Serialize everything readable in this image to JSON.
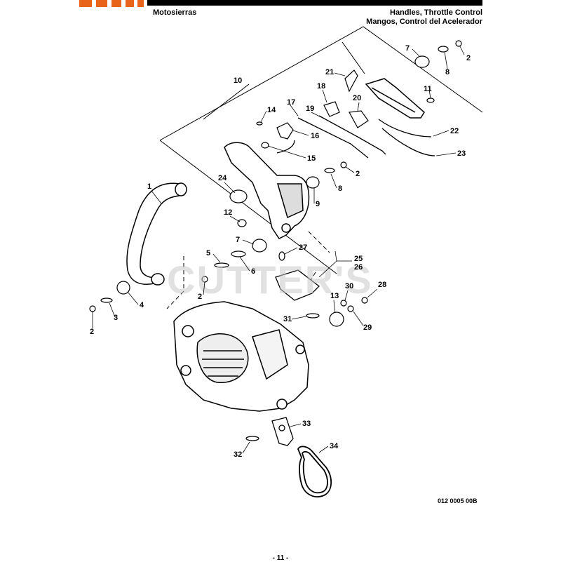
{
  "header": {
    "section_left": "Motosierras",
    "title_line1": "Handles, Throttle Control",
    "title_line2": "Mangos, Control del Acelerador"
  },
  "watermark": "CUTTER'S",
  "figure_code": "012 0005 00B",
  "page_number": "- 11 -",
  "callouts": [
    "7",
    "2",
    "8",
    "21",
    "11",
    "18",
    "20",
    "10",
    "17",
    "19",
    "14",
    "16",
    "22",
    "23",
    "15",
    "2",
    "8",
    "24",
    "1",
    "9",
    "12",
    "7",
    "27",
    "25",
    "26",
    "5",
    "6",
    "2",
    "30",
    "28",
    "13",
    "4",
    "3",
    "2",
    "31",
    "29",
    "33",
    "32",
    "34"
  ]
}
